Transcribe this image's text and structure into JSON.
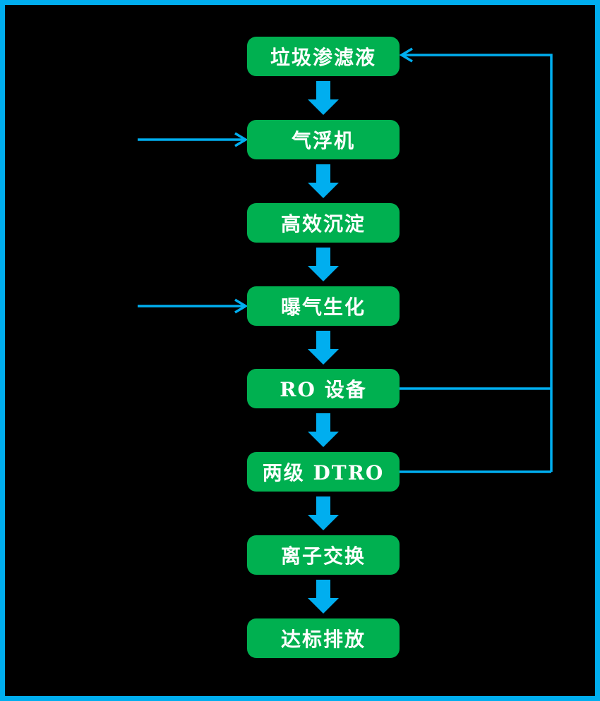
{
  "diagram": {
    "type": "flowchart",
    "direction": "top-down",
    "colors": {
      "background": "#000000",
      "frame": "#00AEEF",
      "connector": "#00AEEF",
      "node_fill": "#00B050",
      "node_text": "#FFFFFF"
    },
    "nodes": [
      {
        "id": "leachate",
        "label": "垃圾渗滤液"
      },
      {
        "id": "air-flotation",
        "label": "气浮机"
      },
      {
        "id": "high-efficiency-sedimentation",
        "label": "高效沉淀"
      },
      {
        "id": "aeration-biochemical",
        "label": "曝气生化"
      },
      {
        "id": "ro-equipment",
        "label": "RO 设备"
      },
      {
        "id": "two-stage-dtro",
        "label": "两级 DTRO"
      },
      {
        "id": "ion-exchange",
        "label": "离子交换"
      },
      {
        "id": "standard-discharge",
        "label": "达标排放"
      }
    ],
    "edges": [
      {
        "from": "leachate",
        "to": "air-flotation",
        "style": "block-arrow"
      },
      {
        "from": "air-flotation",
        "to": "high-efficiency-sedimentation",
        "style": "block-arrow"
      },
      {
        "from": "high-efficiency-sedimentation",
        "to": "aeration-biochemical",
        "style": "block-arrow"
      },
      {
        "from": "aeration-biochemical",
        "to": "ro-equipment",
        "style": "block-arrow"
      },
      {
        "from": "ro-equipment",
        "to": "two-stage-dtro",
        "style": "block-arrow"
      },
      {
        "from": "two-stage-dtro",
        "to": "ion-exchange",
        "style": "block-arrow"
      },
      {
        "from": "ion-exchange",
        "to": "standard-discharge",
        "style": "block-arrow"
      },
      {
        "from": "ro-equipment",
        "to": "leachate",
        "style": "line-arrow",
        "route": "right-side-return"
      },
      {
        "from": "two-stage-dtro",
        "to": "leachate",
        "style": "line-arrow",
        "route": "right-side-return"
      },
      {
        "from": "external-left",
        "to": "air-flotation",
        "style": "line-arrow"
      },
      {
        "from": "external-left",
        "to": "aeration-biochemical",
        "style": "line-arrow"
      }
    ]
  }
}
